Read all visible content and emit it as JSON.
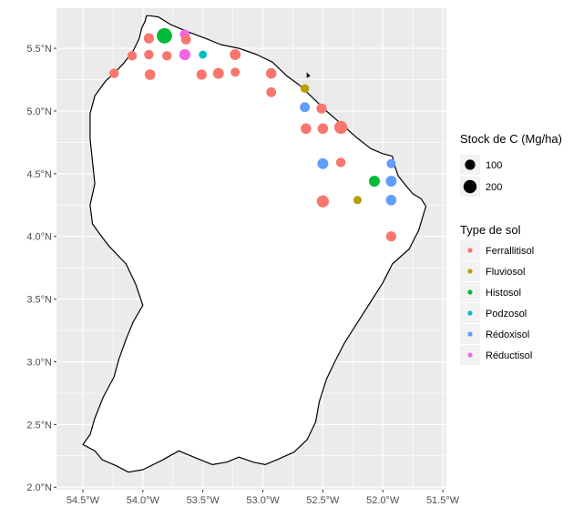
{
  "chart_data": {
    "type": "scatter",
    "title": "",
    "xlabel": "",
    "ylabel": "",
    "xlim": [
      -54.72,
      -51.47
    ],
    "ylim": [
      1.98,
      5.82
    ],
    "x_ticks": [
      {
        "value": -54.5,
        "label": "54.5°W"
      },
      {
        "value": -54.0,
        "label": "54.0°W"
      },
      {
        "value": -53.5,
        "label": "53.5°W"
      },
      {
        "value": -53.0,
        "label": "53.0°W"
      },
      {
        "value": -52.5,
        "label": "52.5°W"
      },
      {
        "value": -52.0,
        "label": "52.0°W"
      },
      {
        "value": -51.5,
        "label": "51.5°W"
      }
    ],
    "y_ticks": [
      {
        "value": 2.0,
        "label": "2.0°N"
      },
      {
        "value": 2.5,
        "label": "2.5°N"
      },
      {
        "value": 3.0,
        "label": "3.0°N"
      },
      {
        "value": 3.5,
        "label": "3.5°N"
      },
      {
        "value": 4.0,
        "label": "4.0°N"
      },
      {
        "value": 4.5,
        "label": "4.5°N"
      },
      {
        "value": 5.0,
        "label": "5.0°N"
      },
      {
        "value": 5.5,
        "label": "5.5°N"
      }
    ],
    "grid": true,
    "panel_background": "#ebebeb",
    "grid_color": "#ffffff",
    "size_legend": {
      "title": "Stock de C (Mg/ha)",
      "entries": [
        {
          "value": 100,
          "label": "100"
        },
        {
          "value": 200,
          "label": "200"
        }
      ]
    },
    "color_legend": {
      "title": "Type de sol",
      "entries": [
        {
          "name": "Ferrallitisol",
          "color": "#f8766d"
        },
        {
          "name": "Fluviosol",
          "color": "#b79f00"
        },
        {
          "name": "Histosol",
          "color": "#00ba38"
        },
        {
          "name": "Podzosol",
          "color": "#00bfc4"
        },
        {
          "name": "Rédoxisol",
          "color": "#619cff"
        },
        {
          "name": "Réductisol",
          "color": "#f564e3"
        }
      ]
    },
    "boundary": [
      [
        -54.01,
        5.66
      ],
      [
        -53.98,
        5.72
      ],
      [
        -53.97,
        5.76
      ],
      [
        -53.94,
        5.76
      ],
      [
        -53.87,
        5.75
      ],
      [
        -53.77,
        5.69
      ],
      [
        -53.62,
        5.63
      ],
      [
        -53.48,
        5.58
      ],
      [
        -53.35,
        5.53
      ],
      [
        -53.2,
        5.5
      ],
      [
        -53.05,
        5.45
      ],
      [
        -52.92,
        5.39
      ],
      [
        -52.8,
        5.28
      ],
      [
        -52.7,
        5.21
      ],
      [
        -52.6,
        5.12
      ],
      [
        -52.47,
        5.0
      ],
      [
        -52.35,
        4.9
      ],
      [
        -52.22,
        4.79
      ],
      [
        -52.1,
        4.7
      ],
      [
        -52.0,
        4.66
      ],
      [
        -51.92,
        4.64
      ],
      [
        -51.9,
        4.56
      ],
      [
        -51.87,
        4.48
      ],
      [
        -51.82,
        4.42
      ],
      [
        -51.75,
        4.34
      ],
      [
        -51.68,
        4.3
      ],
      [
        -51.64,
        4.24
      ],
      [
        -51.66,
        4.18
      ],
      [
        -51.7,
        4.05
      ],
      [
        -51.78,
        3.9
      ],
      [
        -51.92,
        3.78
      ],
      [
        -52.0,
        3.63
      ],
      [
        -52.12,
        3.45
      ],
      [
        -52.22,
        3.3
      ],
      [
        -52.32,
        3.15
      ],
      [
        -52.4,
        3.0
      ],
      [
        -52.47,
        2.86
      ],
      [
        -52.53,
        2.68
      ],
      [
        -52.56,
        2.52
      ],
      [
        -52.63,
        2.38
      ],
      [
        -52.74,
        2.28
      ],
      [
        -52.88,
        2.22
      ],
      [
        -52.98,
        2.18
      ],
      [
        -53.08,
        2.2
      ],
      [
        -53.2,
        2.24
      ],
      [
        -53.3,
        2.2
      ],
      [
        -53.42,
        2.18
      ],
      [
        -53.55,
        2.23
      ],
      [
        -53.7,
        2.29
      ],
      [
        -53.85,
        2.21
      ],
      [
        -54.0,
        2.14
      ],
      [
        -54.12,
        2.12
      ],
      [
        -54.22,
        2.17
      ],
      [
        -54.34,
        2.22
      ],
      [
        -54.4,
        2.29
      ],
      [
        -54.5,
        2.34
      ],
      [
        -54.44,
        2.42
      ],
      [
        -54.4,
        2.55
      ],
      [
        -54.33,
        2.72
      ],
      [
        -54.24,
        2.88
      ],
      [
        -54.2,
        3.02
      ],
      [
        -54.14,
        3.18
      ],
      [
        -54.08,
        3.32
      ],
      [
        -54.0,
        3.45
      ],
      [
        -54.06,
        3.62
      ],
      [
        -54.14,
        3.78
      ],
      [
        -54.28,
        3.92
      ],
      [
        -54.36,
        4.02
      ],
      [
        -54.42,
        4.1
      ],
      [
        -54.44,
        4.25
      ],
      [
        -54.4,
        4.42
      ],
      [
        -54.42,
        4.6
      ],
      [
        -54.44,
        4.78
      ],
      [
        -54.44,
        4.98
      ],
      [
        -54.4,
        5.12
      ],
      [
        -54.31,
        5.24
      ],
      [
        -54.24,
        5.3
      ],
      [
        -54.16,
        5.38
      ],
      [
        -54.08,
        5.48
      ],
      [
        -54.03,
        5.58
      ],
      [
        -54.01,
        5.66
      ]
    ],
    "islet": [
      [
        -52.63,
        5.3
      ],
      [
        -52.61,
        5.28
      ],
      [
        -52.63,
        5.27
      ]
    ],
    "points": [
      {
        "lon": -54.24,
        "lat": 5.3,
        "soil": "Ferrallitisol",
        "stock": 80
      },
      {
        "lon": -54.09,
        "lat": 5.44,
        "soil": "Ferrallitisol",
        "stock": 80
      },
      {
        "lon": -53.95,
        "lat": 5.58,
        "soil": "Ferrallitisol",
        "stock": 100
      },
      {
        "lon": -53.95,
        "lat": 5.45,
        "soil": "Ferrallitisol",
        "stock": 80
      },
      {
        "lon": -53.94,
        "lat": 5.29,
        "soil": "Ferrallitisol",
        "stock": 110
      },
      {
        "lon": -53.8,
        "lat": 5.44,
        "soil": "Ferrallitisol",
        "stock": 80
      },
      {
        "lon": -53.82,
        "lat": 5.6,
        "soil": "Histosol",
        "stock": 300
      },
      {
        "lon": -53.65,
        "lat": 5.61,
        "soil": "Réductisol",
        "stock": 90
      },
      {
        "lon": -53.64,
        "lat": 5.57,
        "soil": "Ferrallitisol",
        "stock": 90
      },
      {
        "lon": -53.65,
        "lat": 5.45,
        "soil": "Réductisol",
        "stock": 130
      },
      {
        "lon": -53.5,
        "lat": 5.45,
        "soil": "Podzosol",
        "stock": 50
      },
      {
        "lon": -53.51,
        "lat": 5.29,
        "soil": "Ferrallitisol",
        "stock": 100
      },
      {
        "lon": -53.37,
        "lat": 5.3,
        "soil": "Ferrallitisol",
        "stock": 120
      },
      {
        "lon": -53.23,
        "lat": 5.45,
        "soil": "Ferrallitisol",
        "stock": 120
      },
      {
        "lon": -53.23,
        "lat": 5.31,
        "soil": "Ferrallitisol",
        "stock": 70
      },
      {
        "lon": -52.93,
        "lat": 5.3,
        "soil": "Ferrallitisol",
        "stock": 110
      },
      {
        "lon": -52.93,
        "lat": 5.15,
        "soil": "Ferrallitisol",
        "stock": 90
      },
      {
        "lon": -52.65,
        "lat": 5.18,
        "soil": "Fluviosol",
        "stock": 60
      },
      {
        "lon": -52.65,
        "lat": 5.03,
        "soil": "Rédoxisol",
        "stock": 90
      },
      {
        "lon": -52.51,
        "lat": 5.02,
        "soil": "Ferrallitisol",
        "stock": 100
      },
      {
        "lon": -52.64,
        "lat": 4.86,
        "soil": "Ferrallitisol",
        "stock": 110
      },
      {
        "lon": -52.5,
        "lat": 4.86,
        "soil": "Ferrallitisol",
        "stock": 110
      },
      {
        "lon": -52.35,
        "lat": 4.87,
        "soil": "Ferrallitisol",
        "stock": 200
      },
      {
        "lon": -52.5,
        "lat": 4.58,
        "soil": "Rédoxisol",
        "stock": 120
      },
      {
        "lon": -52.35,
        "lat": 4.59,
        "soil": "Ferrallitisol",
        "stock": 80
      },
      {
        "lon": -52.07,
        "lat": 4.44,
        "soil": "Histosol",
        "stock": 120
      },
      {
        "lon": -51.93,
        "lat": 4.58,
        "soil": "Rédoxisol",
        "stock": 70
      },
      {
        "lon": -51.93,
        "lat": 4.44,
        "soil": "Rédoxisol",
        "stock": 120
      },
      {
        "lon": -52.5,
        "lat": 4.28,
        "soil": "Ferrallitisol",
        "stock": 160
      },
      {
        "lon": -52.21,
        "lat": 4.29,
        "soil": "Fluviosol",
        "stock": 50
      },
      {
        "lon": -51.93,
        "lat": 4.29,
        "soil": "Rédoxisol",
        "stock": 110
      },
      {
        "lon": -51.93,
        "lat": 4.0,
        "soil": "Ferrallitisol",
        "stock": 100
      }
    ]
  }
}
